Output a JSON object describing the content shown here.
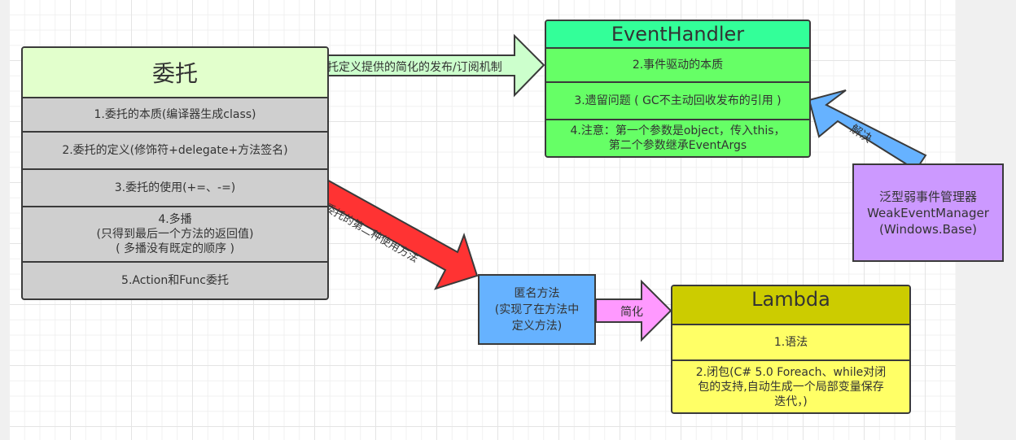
{
  "delegate_box": {
    "title": "委托",
    "items": [
      "1.委托的本质(编译器生成class)",
      "2.委托的定义(修饰符+delegate+方法签名)",
      "3.委托的使用(+=、-=)",
      "4.多播\n(只得到最后一个方法的返回值)\n( 多播没有既定的顺序 )",
      "5.Action和Func委托"
    ],
    "header_color": "#e2ffcc",
    "body_color": "#cfcfcf"
  },
  "eventhandler_box": {
    "title": "EventHandler",
    "items": [
      "2.事件驱动的本质",
      "3.遗留问题 ( GC不主动回收发布的引用 )",
      "4.注意：第一个参数是object，传入this，\n第二个参数继承EventArgs"
    ],
    "header_color": "#33ff99",
    "body_color": "#66ff66"
  },
  "lambda_box": {
    "title": "Lambda",
    "items": [
      "1.语法",
      "2.闭包(C# 5.0 Foreach、while对闭\n包的支持,自动生成一个局部变量保存\n迭代，)"
    ],
    "header_color": "#cccc00",
    "body_color": "#ffff66"
  },
  "anonymous_box": {
    "text": "匿名方法\n(实现了在方法中\n定义方法)",
    "color": "#66b2ff"
  },
  "weakevent_box": {
    "text": "泛型弱事件管理器\nWeakEventManager\n(Windows.Base)",
    "color": "#cc99ff"
  },
  "arrows": {
    "to_eventhandler": {
      "label": "为委托定义提供的简化的发布/订阅机制",
      "color": "#ccffcc"
    },
    "to_anonymous": {
      "label": "委托的第二种使用方法",
      "color": "#ff3333"
    },
    "to_lambda": {
      "label": "简化",
      "color": "#ff99ff"
    },
    "solve": {
      "label": "解决",
      "color": "#66b2ff"
    }
  }
}
